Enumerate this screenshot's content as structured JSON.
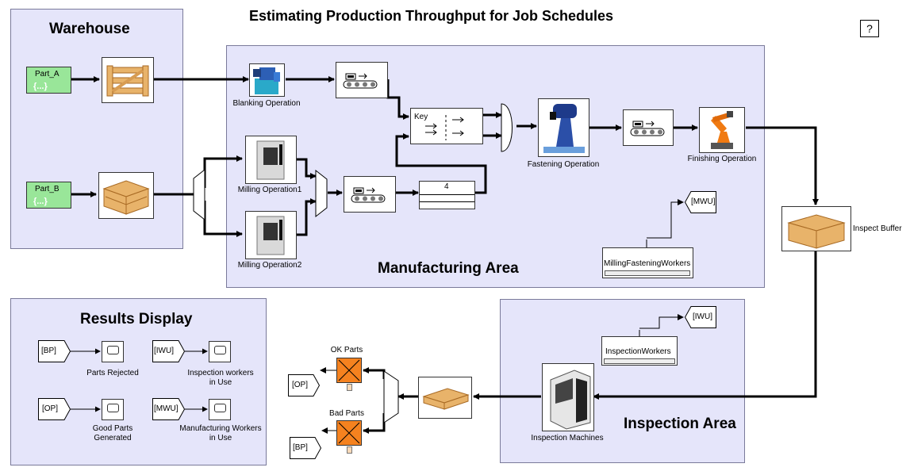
{
  "title": "Estimating Production Throughput for Job Schedules",
  "help_label": "?",
  "areas": {
    "warehouse": "Warehouse",
    "manufacturing": "Manufacturing Area",
    "results": "Results Display",
    "inspection": "Inspection Area"
  },
  "generators": {
    "part_a": "Part_A",
    "part_b": "Part_B",
    "icon_text": "{...}"
  },
  "blocks": {
    "blanking": "Blanking Operation",
    "milling1": "Milling Operation1",
    "milling2": "Milling Operation2",
    "fastening": "Fastening Operation",
    "finishing": "Finishing Operation",
    "inspect_buffer": "Inspect Buffer",
    "inspection_machines": "Inspection Machines",
    "key_label": "Key",
    "batch_value": "4",
    "mfg_workers": "MillingFasteningWorkers",
    "insp_workers": "InspectionWorkers",
    "ok_parts": "OK Parts",
    "bad_parts": "Bad Parts"
  },
  "gotos": {
    "mwu": "[MWU]",
    "iwu": "[IWU]",
    "op": "[OP]",
    "bp": "[BP]"
  },
  "results_display": [
    {
      "tag": "[BP]",
      "label": "Parts Rejected"
    },
    {
      "tag": "[IWU]",
      "label_line1": "Inspection workers",
      "label_line2": "in Use"
    },
    {
      "tag": "[OP]",
      "label_line1": "Good Parts",
      "label_line2": "Generated"
    },
    {
      "tag": "[MWU]",
      "label_line1": "Manufacturing Workers",
      "label_line2": "in Use"
    }
  ],
  "colors": {
    "area_fill": "#e5e5fa",
    "generator_fill": "#99e699",
    "terminator_fill": "#f5821f",
    "wood": "#e8b36a"
  }
}
